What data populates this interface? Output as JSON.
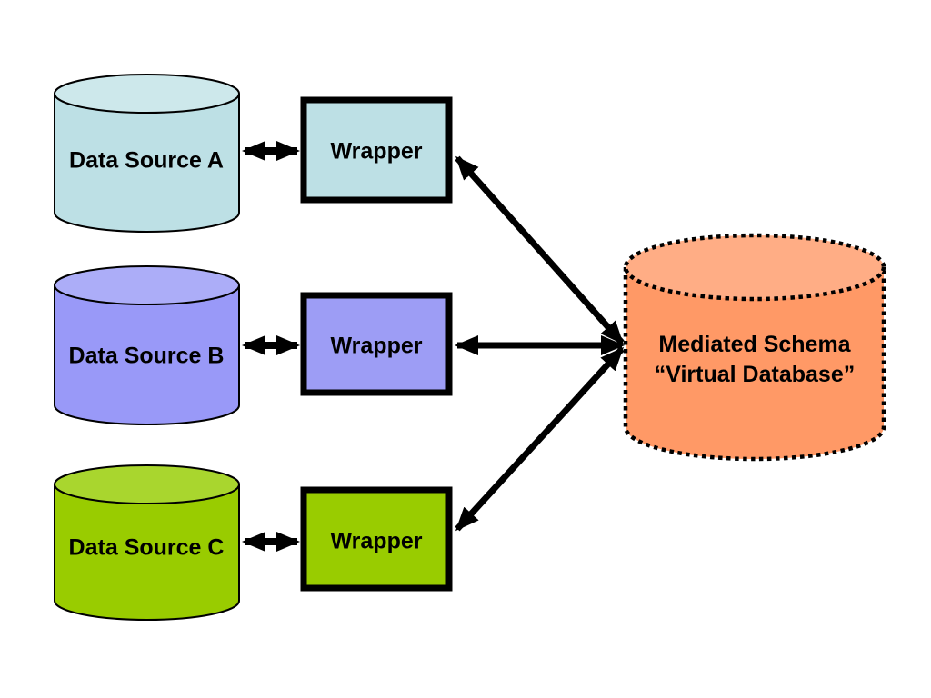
{
  "diagram": {
    "background_color": "#FFFFFF",
    "arrow_color": "#000000",
    "outline_color": "#000000",
    "sources": [
      {
        "label": "Data Source A",
        "body_fill": "#BDE0E5",
        "top_fill": "#CDE8EB"
      },
      {
        "label": "Data Source B",
        "body_fill": "#9999F8",
        "top_fill": "#ACADF8"
      },
      {
        "label": "Data Source C",
        "body_fill": "#99CC00",
        "top_fill": "#A9D62E"
      }
    ],
    "wrappers": [
      {
        "label": "Wrapper",
        "fill": "#BDE0E5"
      },
      {
        "label": "Wrapper",
        "fill": "#9D9DF5"
      },
      {
        "label": "Wrapper",
        "fill": "#99CC00"
      }
    ],
    "mediator": {
      "label_line1": "Mediated Schema",
      "label_line2": "“Virtual Database”",
      "body_fill": "#FF9966",
      "top_fill": "#FFAD85",
      "border_style": "dotted"
    }
  }
}
